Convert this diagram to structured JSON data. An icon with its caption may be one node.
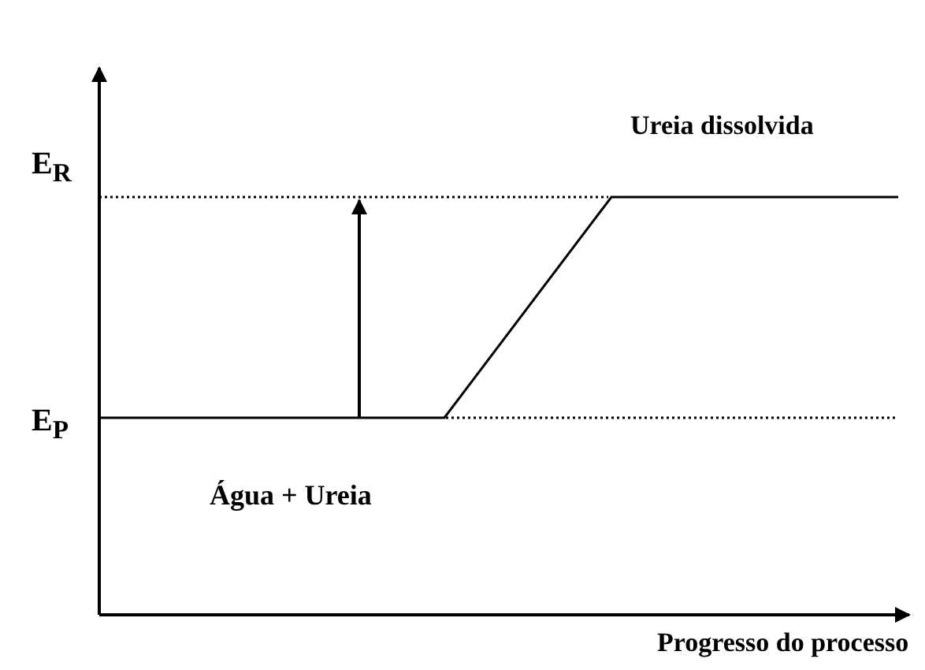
{
  "diagram": {
    "labels": [
      "Ureia dissolvida",
      "E$_{R}$",
      "E$_{P}$",
      "Água + Ureia",
      "Progresso do processo"
    ]
  }
}
